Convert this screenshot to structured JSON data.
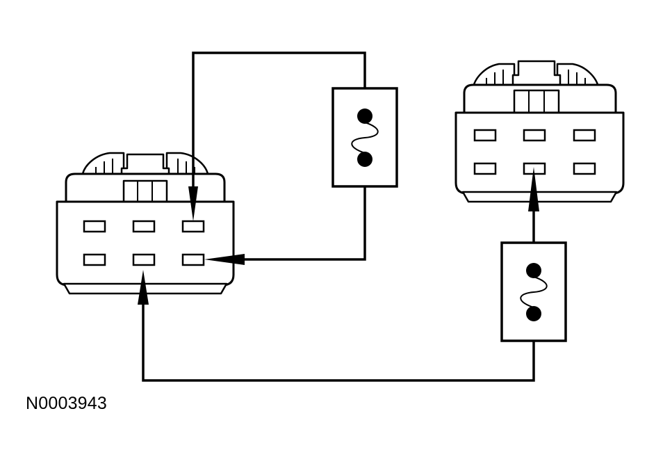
{
  "figure_id": "N0003943",
  "colors": {
    "line": "#000000",
    "background": "#ffffff"
  },
  "components": {
    "left_connector": "connector-6-pin",
    "right_connector": "connector-6-pin",
    "upper_probe": "fused-jumper",
    "lower_probe": "fused-jumper"
  }
}
